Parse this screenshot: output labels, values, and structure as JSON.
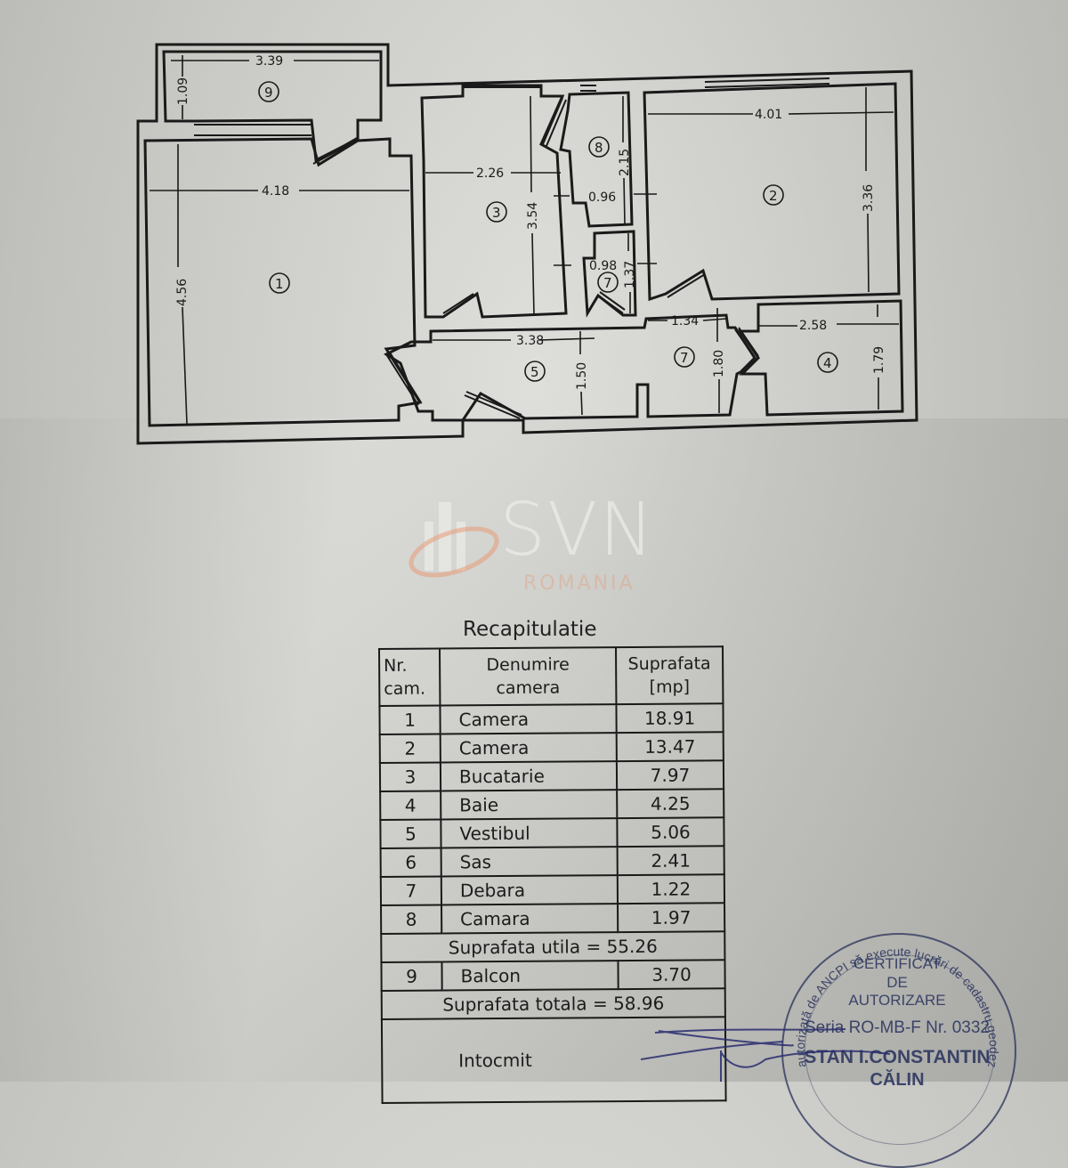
{
  "floor_plan": {
    "rooms": [
      {
        "id": "1",
        "label": "1",
        "dim_w": "4.18",
        "dim_h": "4.56"
      },
      {
        "id": "2",
        "label": "2",
        "dim_w": "4.01",
        "dim_h": "3.36"
      },
      {
        "id": "3",
        "label": "3",
        "dim_w": "2.26",
        "dim_h": "3.54"
      },
      {
        "id": "4",
        "label": "4",
        "dim_w": "2.58",
        "dim_h": "1.79"
      },
      {
        "id": "5",
        "label": "5",
        "dim_w": "3.38",
        "dim_h": "1.50"
      },
      {
        "id": "7a",
        "label": "7",
        "dim_w": "1.34",
        "dim_h": "1.80"
      },
      {
        "id": "7b",
        "label": "7",
        "dim_w": "0.98",
        "dim_h": "1.37"
      },
      {
        "id": "8",
        "label": "8",
        "dim_w": "0.96",
        "dim_h": "2.15"
      },
      {
        "id": "9",
        "label": "9",
        "dim_w": "3.39",
        "dim_h": "1.09"
      }
    ]
  },
  "watermark": {
    "brand": "SVN",
    "sub": "ROMANIA",
    "accent_color": "#e8956e"
  },
  "recap": {
    "title": "Recapitulatie",
    "headers": {
      "nr_line1": "Nr.",
      "nr_line2": "cam.",
      "name_line1": "Denumire",
      "name_line2": "camera",
      "area_line1": "Suprafata",
      "area_line2": "[mp]"
    },
    "rows": [
      {
        "nr": "1",
        "name": "Camera",
        "area": "18.91"
      },
      {
        "nr": "2",
        "name": "Camera",
        "area": "13.47"
      },
      {
        "nr": "3",
        "name": "Bucatarie",
        "area": "7.97"
      },
      {
        "nr": "4",
        "name": "Baie",
        "area": "4.25"
      },
      {
        "nr": "5",
        "name": "Vestibul",
        "area": "5.06"
      },
      {
        "nr": "6",
        "name": "Sas",
        "area": "2.41"
      },
      {
        "nr": "7",
        "name": "Debara",
        "area": "1.22"
      },
      {
        "nr": "8",
        "name": "Camara",
        "area": "1.97"
      }
    ],
    "useful_area": "Suprafata utila = 55.26",
    "balcony": {
      "nr": "9",
      "name": "Balcon",
      "area": "3.70"
    },
    "total_area": "Suprafata totala = 58.96",
    "prepared_by": "Intocmit"
  },
  "stamp": {
    "arc_text": "autorizată de ANCPI să execute lucrări de cadastru,geodezie",
    "line1": "CERTIFICAT",
    "line2": "DE",
    "line3": "AUTORIZARE",
    "series": "Seria RO-MB-F Nr. 0332",
    "name": "STAN I.CONSTANTIN",
    "name2": "CĂLIN",
    "ink_color": "#2d375f"
  }
}
